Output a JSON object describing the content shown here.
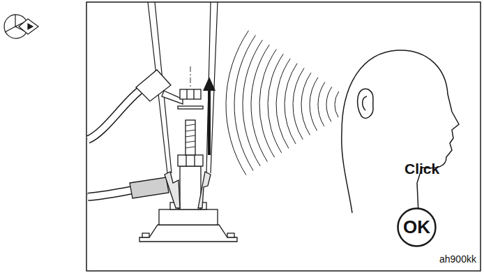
{
  "diagram": {
    "nodes": [
      {
        "text": [
          "OK"
        ]
      }
    ],
    "labels": [
      "Click",
      "ah900kk"
    ]
  }
}
